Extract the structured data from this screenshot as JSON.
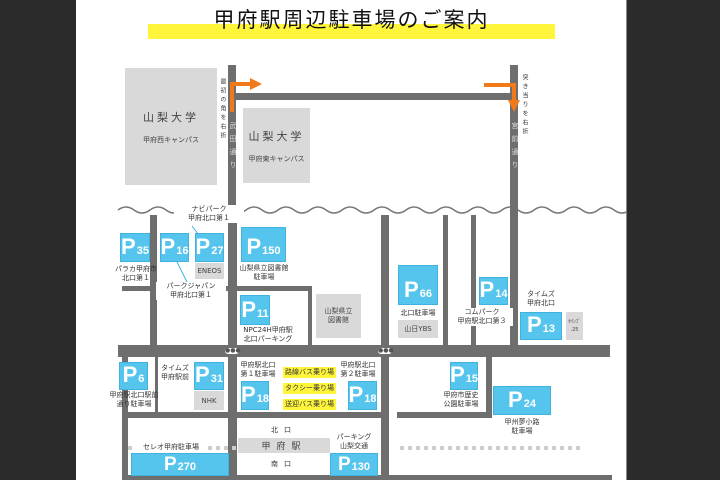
{
  "title": "甲府駅周辺駐車場のご案内",
  "colors": {
    "parking": "#56c5ee",
    "road": "#6e6e6e",
    "highlight": "#fff53a",
    "arrow": "#f07a1a",
    "building": "#d9d9d9"
  },
  "north": {
    "univ_west": {
      "name": "山梨大学",
      "campus": "甲府西キャンパス"
    },
    "univ_east": {
      "name": "山梨大学",
      "campus": "甲府東キャンパス"
    },
    "takeda_street": "武田通り",
    "miyamae_street": "宮前通り",
    "turn_first": "最初の角を右折",
    "turn_end": "突き当りを右折"
  },
  "parking": {
    "p35": {
      "num": "35",
      "label": "パラカ甲府市\n北口第１"
    },
    "p16": {
      "num": "16",
      "label": "パークジャパン\n甲府北口第１"
    },
    "p27": {
      "num": "27",
      "label": "ナビパーク\n甲府北口第１"
    },
    "p150": {
      "num": "150",
      "label": "山梨県立図書館\n駐車場"
    },
    "p11": {
      "num": "11",
      "label": "NPC24H甲府駅\n北口パーキング"
    },
    "p66": {
      "num": "66",
      "label": "北口駐車場"
    },
    "p14": {
      "num": "14",
      "label": "コムパーク\n甲府駅北口第３"
    },
    "p13": {
      "num": "13",
      "label": "タイムズ\n甲府北口"
    },
    "p6": {
      "num": "6",
      "label": "甲府駅北口駅前\n通り駐車場"
    },
    "p31": {
      "num": "31",
      "label": "タイムズ\n甲府駅前"
    },
    "p18a": {
      "num": "18",
      "label": "甲府駅北口\n第１駐車場"
    },
    "p18b": {
      "num": "18",
      "label": "甲府駅北口\n第２駐車場"
    },
    "p15": {
      "num": "15",
      "label": "甲府市歴史\n公園駐車場"
    },
    "p24": {
      "num": "24",
      "label": "甲州夢小路\n駐車場"
    },
    "p270": {
      "num": "270",
      "label": "セレオ甲府駐車場"
    },
    "p130": {
      "num": "130",
      "label": "パーキング\n山梨交通"
    }
  },
  "p_letter": "P",
  "buildings": {
    "eneos": "ENEOS",
    "ybs": "山日YBS",
    "nhk": "NHK",
    "library": "山梨県立\n図書館",
    "seven": "ｾｲﾝﾌﾞ\n.25",
    "station": "甲府駅",
    "north_exit": "北口",
    "south_exit": "南口"
  },
  "stops": {
    "bus": "路線バス乗り場",
    "taxi": "タクシー乗り場",
    "shuttle": "送迎バス乗り場"
  },
  "crossing": "●●●"
}
